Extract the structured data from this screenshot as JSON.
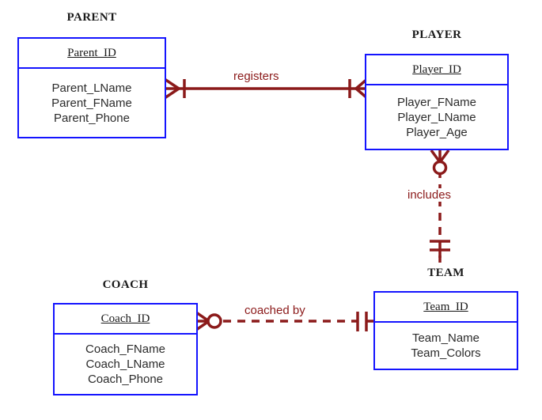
{
  "diagram": {
    "type": "entity-relationship-diagram",
    "notation": "crow's foot",
    "background_color": "#ffffff",
    "entity_border_color": "#1414ff",
    "relationship_color": "#8b1a1a",
    "entity_text_color": "#1a1a1a"
  },
  "entities": [
    {
      "id": "parent",
      "name": "PARENT",
      "primary_key": "Parent_ID",
      "attributes": [
        "Parent_LName",
        "Parent_FName",
        "Parent_Phone"
      ]
    },
    {
      "id": "player",
      "name": "PLAYER",
      "primary_key": "Player_ID",
      "attributes": [
        "Player_FName",
        "Player_LName",
        "Player_Age"
      ]
    },
    {
      "id": "coach",
      "name": "COACH",
      "primary_key": "Coach_ID",
      "attributes": [
        "Coach_FName",
        "Coach_LName",
        "Coach_Phone"
      ]
    },
    {
      "id": "team",
      "name": "TEAM",
      "primary_key": "Team_ID",
      "attributes": [
        "Team_Name",
        "Team_Colors"
      ]
    }
  ],
  "relationships": [
    {
      "id": "registers",
      "label": "registers",
      "from": "PARENT",
      "to": "PLAYER",
      "line_style": "solid",
      "from_cardinality": "one-or-many",
      "to_cardinality": "one-or-many"
    },
    {
      "id": "includes",
      "label": "includes",
      "from": "PLAYER",
      "to": "TEAM",
      "line_style": "dashed",
      "from_cardinality": "zero-or-many",
      "to_cardinality": "one-and-only-one"
    },
    {
      "id": "coached-by",
      "label": "coached by",
      "from": "COACH",
      "to": "TEAM",
      "line_style": "dashed",
      "from_cardinality": "zero-or-many",
      "to_cardinality": "one-and-only-one"
    }
  ]
}
